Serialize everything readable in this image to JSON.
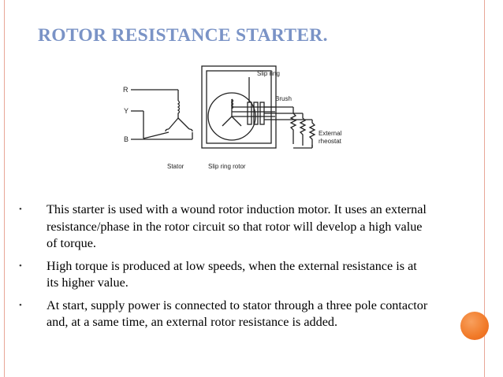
{
  "slide": {
    "title": "ROTOR RESISTANCE STARTER.",
    "diagram": {
      "label_r": "R",
      "label_y": "Y",
      "label_b": "B",
      "label_stator": "Stator",
      "label_slip_ring_rotor": "Slip ring rotor",
      "label_slip_ring": "Slip ring",
      "label_brush": "Brush",
      "label_external": "External",
      "label_rheostat": "rheostat"
    },
    "bullets": [
      "This starter is used with a wound rotor induction motor. It uses an external resistance/phase in the rotor circuit so that rotor will develop a high value of torque.",
      "High torque is produced at low speeds, when the external resistance is at its higher value.",
      "At start, supply power is connected to stator through a three pole contactor and, at a same time, an external rotor resistance is added."
    ],
    "bullet_marker": "•",
    "colors": {
      "title": "#7a93c6",
      "frame_line": "#e8a797",
      "accent_orb": "#f17a28"
    }
  }
}
